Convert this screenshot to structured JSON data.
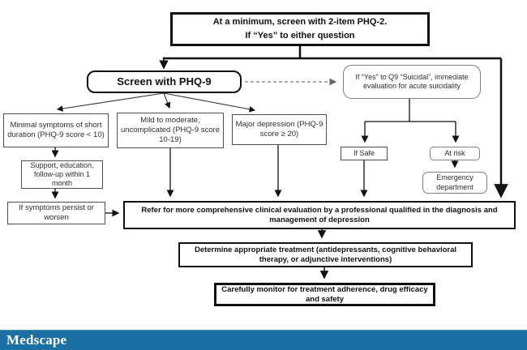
{
  "brand": {
    "logo_text": "Medscape",
    "bar_color": "#1a6fa4",
    "logo_color": "#ffffff"
  },
  "flowchart": {
    "line_color": "#111111",
    "dashed_line_color": "#777777",
    "phq2": {
      "line1": "At a minimum, screen with 2-item PHQ-2.",
      "line2": "If “Yes” to either question"
    },
    "phq9": {
      "label": "Screen with PHQ-9"
    },
    "suicidal": {
      "label": "If “Yes” to Q9 “Suicidal”, immediate evaluation for acute suicidality"
    },
    "minimal": {
      "label": "Minimal symptoms of short duration (PHQ-9 score < 10)"
    },
    "mild": {
      "label": "Mild to moderate, uncomplicated (PHQ-9 score 10-19)"
    },
    "major": {
      "label": "Major depression (PHQ-9 score ≥ 20)"
    },
    "if_safe": {
      "label": "If Safe"
    },
    "at_risk": {
      "label": "At risk"
    },
    "emergency": {
      "label": "Emergency department"
    },
    "support": {
      "label": "Support, education, follow-up within 1 month"
    },
    "persist": {
      "label": "If symptoms persist or worsen"
    },
    "refer": {
      "label": "Refer for more comprehensive clinical evaluation by a professional qualified in the diagnosis and management of depression"
    },
    "determine": {
      "label": "Determine appropriate treatment (antidepressants, cognitive behavioral therapy, or adjunctive interventions)"
    },
    "monitor": {
      "label": "Carefully monitor for treatment adherence, drug efficacy and safety"
    }
  }
}
